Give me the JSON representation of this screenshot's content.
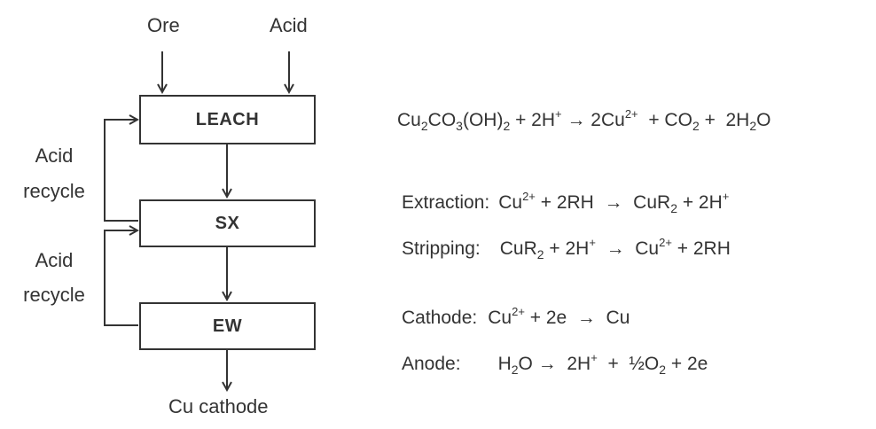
{
  "inputs": {
    "ore": "Ore",
    "acid": "Acid"
  },
  "boxes": {
    "leach": "LEACH",
    "sx": "SX",
    "ew": "EW"
  },
  "recycle": [
    {
      "line1": "Acid",
      "line2": "recycle"
    },
    {
      "line1": "Acid",
      "line2": "recycle"
    }
  ],
  "output": "Cu cathode",
  "equations": {
    "leach": {
      "p1": "Cu",
      "s1": "2",
      "p2": "CO",
      "s2": "3",
      "p3": "(OH)",
      "s3": "2",
      "p4": " + 2H",
      "sup1": "+",
      "p5": " → 2Cu",
      "sup2": "2+",
      "p6": "  + CO",
      "s4": "2",
      "p7": " +  2H",
      "s5": "2",
      "p8": "O"
    },
    "extraction": {
      "label": "Extraction:",
      "p1": "Cu",
      "sup1": "2+",
      "p2": " + 2RH  →  CuR",
      "s1": "2",
      "p3": " + 2H",
      "sup2": "+"
    },
    "stripping": {
      "label": "Stripping:",
      "p1": "CuR",
      "s1": "2",
      "p2": " + 2H",
      "sup1": "+",
      "p3": "  →  Cu",
      "sup2": "2+",
      "p4": " + 2RH"
    },
    "cathode": {
      "label": "Cathode:",
      "p1": "Cu",
      "sup1": "2+",
      "p2": " + 2e  →  Cu"
    },
    "anode": {
      "label": "Anode:",
      "p1": "H",
      "s1": "2",
      "p2": "O →  2H",
      "sup1": "+",
      "p3": "  +  ½O",
      "s2": "2",
      "p4": " + 2e"
    }
  }
}
